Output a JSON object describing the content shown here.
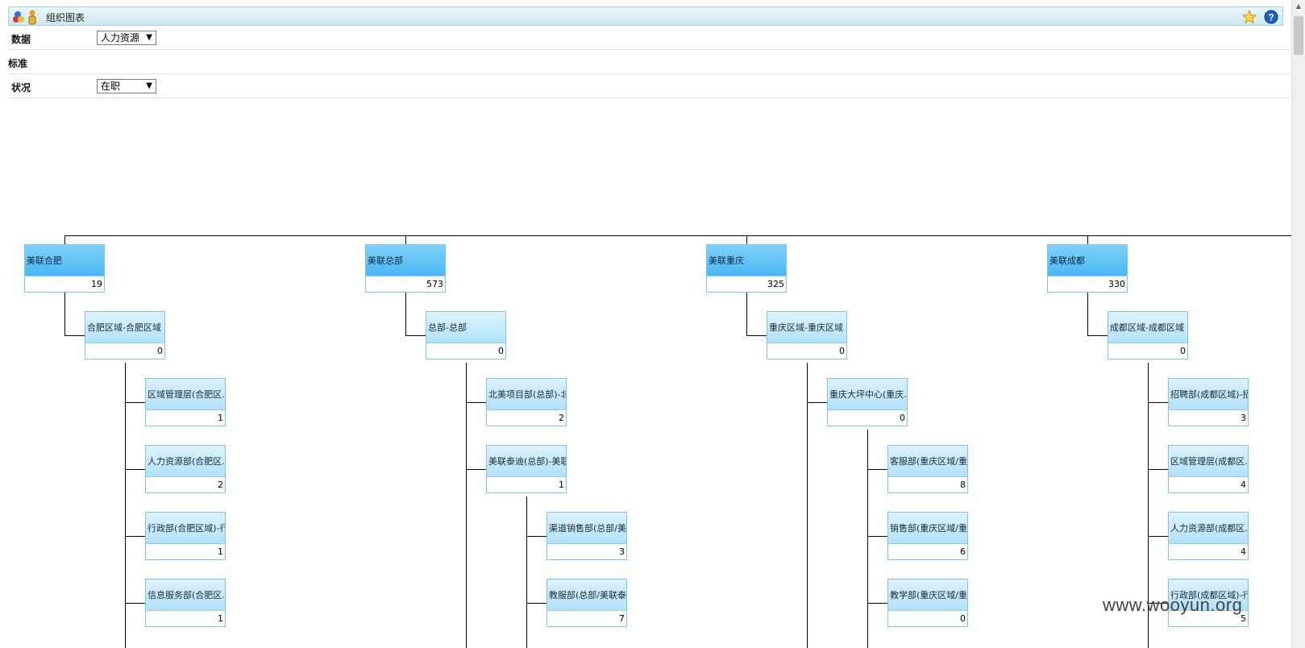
{
  "window": {
    "title": "组织图表",
    "icons": [
      "app-icon",
      "star-icon",
      "help-icon"
    ],
    "accent": "#cfe9ee"
  },
  "filters": {
    "data_label": "数据",
    "data_value": "人力资源",
    "standard_label": "标准",
    "status_label": "状况",
    "status_value": "在职"
  },
  "org": {
    "columns": [
      {
        "name": "美联合肥",
        "count": "19",
        "child": {
          "name": "合肥区域-合肥区域",
          "count": "0"
        },
        "leaves": [
          {
            "name": "区域管理层(合肥区...",
            "count": "1"
          },
          {
            "name": "人力资源部(合肥区...",
            "count": "2"
          },
          {
            "name": "行政部(合肥区域)-行...",
            "count": "1"
          },
          {
            "name": "信息服务部(合肥区...",
            "count": "1"
          }
        ]
      },
      {
        "name": "美联总部",
        "count": "573",
        "child": {
          "name": "总部-总部",
          "count": "0"
        },
        "leaves": [
          {
            "name": "北美项目部(总部)-北...",
            "count": "2"
          },
          {
            "name": "美联泰迪(总部)-美联...",
            "count": "1"
          }
        ],
        "subleaves": [
          {
            "name": "渠道销售部(总部/美...",
            "count": "3"
          },
          {
            "name": "教服部(总部/美联泰...",
            "count": "7"
          }
        ]
      },
      {
        "name": "美联重庆",
        "count": "325",
        "child": {
          "name": "重庆区域-重庆区域",
          "count": "0"
        },
        "leaves": [
          {
            "name": "重庆大坪中心(重庆...",
            "count": "0"
          }
        ],
        "subleaves": [
          {
            "name": "客服部(重庆区域/重...",
            "count": "8"
          },
          {
            "name": "销售部(重庆区域/重...",
            "count": "6"
          },
          {
            "name": "教学部(重庆区域/重...",
            "count": "0"
          }
        ]
      },
      {
        "name": "美联成都",
        "count": "330",
        "child": {
          "name": "成都区域-成都区域",
          "count": "0"
        },
        "leaves": [
          {
            "name": "招聘部(成都区域)-招...",
            "count": "3"
          },
          {
            "name": "区域管理层(成都区...",
            "count": "4"
          },
          {
            "name": "人力资源部(成都区...",
            "count": "4"
          },
          {
            "name": "行政部(成都区域)-行...",
            "count": "5"
          }
        ]
      }
    ]
  },
  "watermark": "www.wooyun.org"
}
